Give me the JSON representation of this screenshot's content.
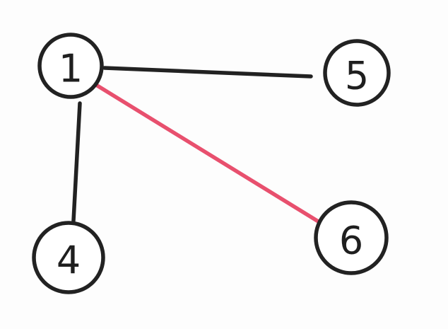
{
  "colors": {
    "edge_default": "#222222",
    "edge_highlight": "#e8506e",
    "node_stroke": "#222222",
    "background": "#fdfdfd"
  },
  "nodes": [
    {
      "id": "n1",
      "label": "1"
    },
    {
      "id": "n5",
      "label": "5"
    },
    {
      "id": "n4",
      "label": "4"
    },
    {
      "id": "n6",
      "label": "6"
    }
  ],
  "edges": [
    {
      "id": "e1-5",
      "from": "1",
      "to": "5",
      "highlighted": false
    },
    {
      "id": "e1-4",
      "from": "1",
      "to": "4",
      "highlighted": false
    },
    {
      "id": "e1-6",
      "from": "1",
      "to": "6",
      "highlighted": true
    }
  ]
}
